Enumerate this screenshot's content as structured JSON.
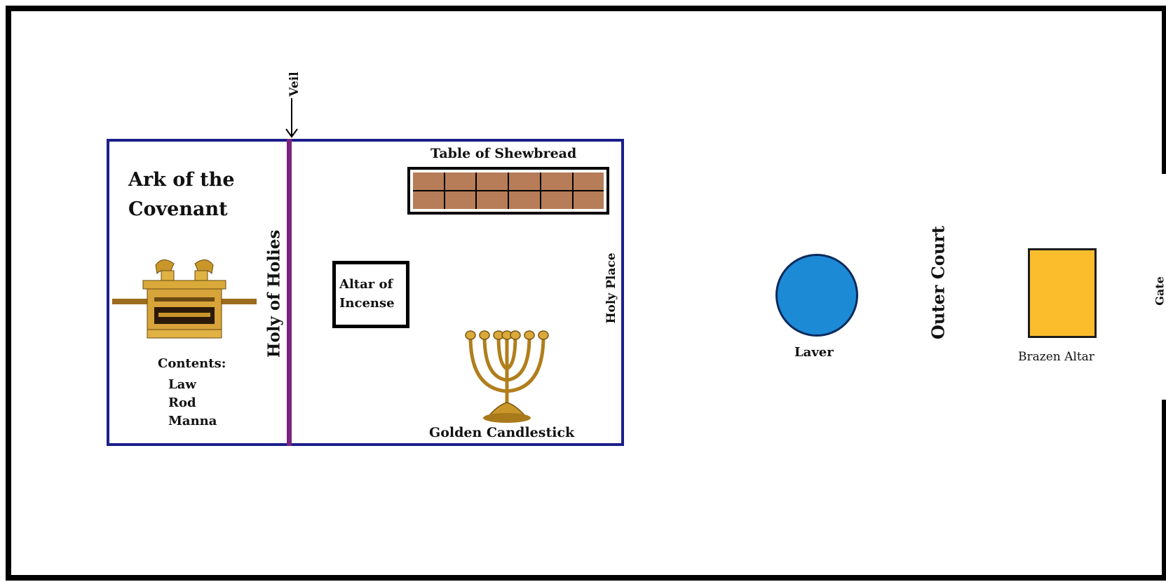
{
  "labels": {
    "veil": "Veil",
    "ark_title": "Ark of the\nCovenant",
    "contents_title": "Contents:",
    "contents_items": [
      "Law",
      "Rod",
      "Manna"
    ],
    "holy_of_holies": "Holy of Holies",
    "table_of_shewbread": "Table of Shewbread",
    "altar_of_incense": "Altar of\nIncense",
    "golden_candlestick": "Golden Candlestick",
    "holy_place": "Holy Place",
    "laver": "Laver",
    "outer_court": "Outer Court",
    "brazen_altar": "Brazen Altar",
    "gate": "Gate"
  },
  "colors": {
    "court_boundary": "#000000",
    "tabernacle_outline": "#1c1f8a",
    "veil_line": "#7a237f",
    "table_fill": "#b67d58",
    "laver_fill": "#1d8ad6",
    "brazen_altar_fill": "#fbbd2c",
    "gold": "#c9962a"
  },
  "icons": {
    "ark": "ark-of-covenant-icon",
    "candlestick": "menorah-icon",
    "arrow": "arrow-down-icon"
  }
}
